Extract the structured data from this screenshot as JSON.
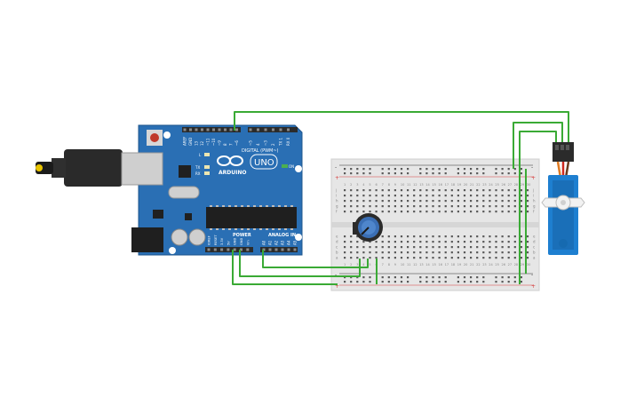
{
  "arduino": {
    "brand": "ARDUINO",
    "model": "UNO",
    "digital_label": "DIGITAL (PWM~)",
    "power_label": "POWER",
    "analog_label": "ANALOG IN",
    "on_label": "ON",
    "led_l": "L",
    "led_tx": "TX",
    "led_rx": "RX",
    "digital_pins": [
      "AREF",
      "GND",
      "13",
      "12",
      "~11",
      "~10",
      "~9",
      "8",
      "7",
      "~6",
      "~5",
      "4",
      "~3",
      "2",
      "TX 1",
      "RX 0"
    ],
    "power_pins": [
      "IOREF",
      "RESET",
      "3.3V",
      "5V",
      "GND",
      "GND",
      "Vin"
    ],
    "analog_pins": [
      "A0",
      "A1",
      "A2",
      "A3",
      "A4",
      "A5"
    ],
    "colors": {
      "board": "#2a6fb4",
      "header": "#2b2b2b",
      "chip": "#1f1f1f"
    }
  },
  "breadboard": {
    "row_letters": [
      "a",
      "b",
      "c",
      "d",
      "e",
      "f",
      "g",
      "h",
      "i",
      "j"
    ],
    "plus": "+",
    "minus": "-",
    "columns": 30
  },
  "potentiometer": {
    "color": "#3b6fb5"
  },
  "servo": {
    "color": "#1e7fd0"
  },
  "wires": {
    "color": "#3aaa35"
  }
}
